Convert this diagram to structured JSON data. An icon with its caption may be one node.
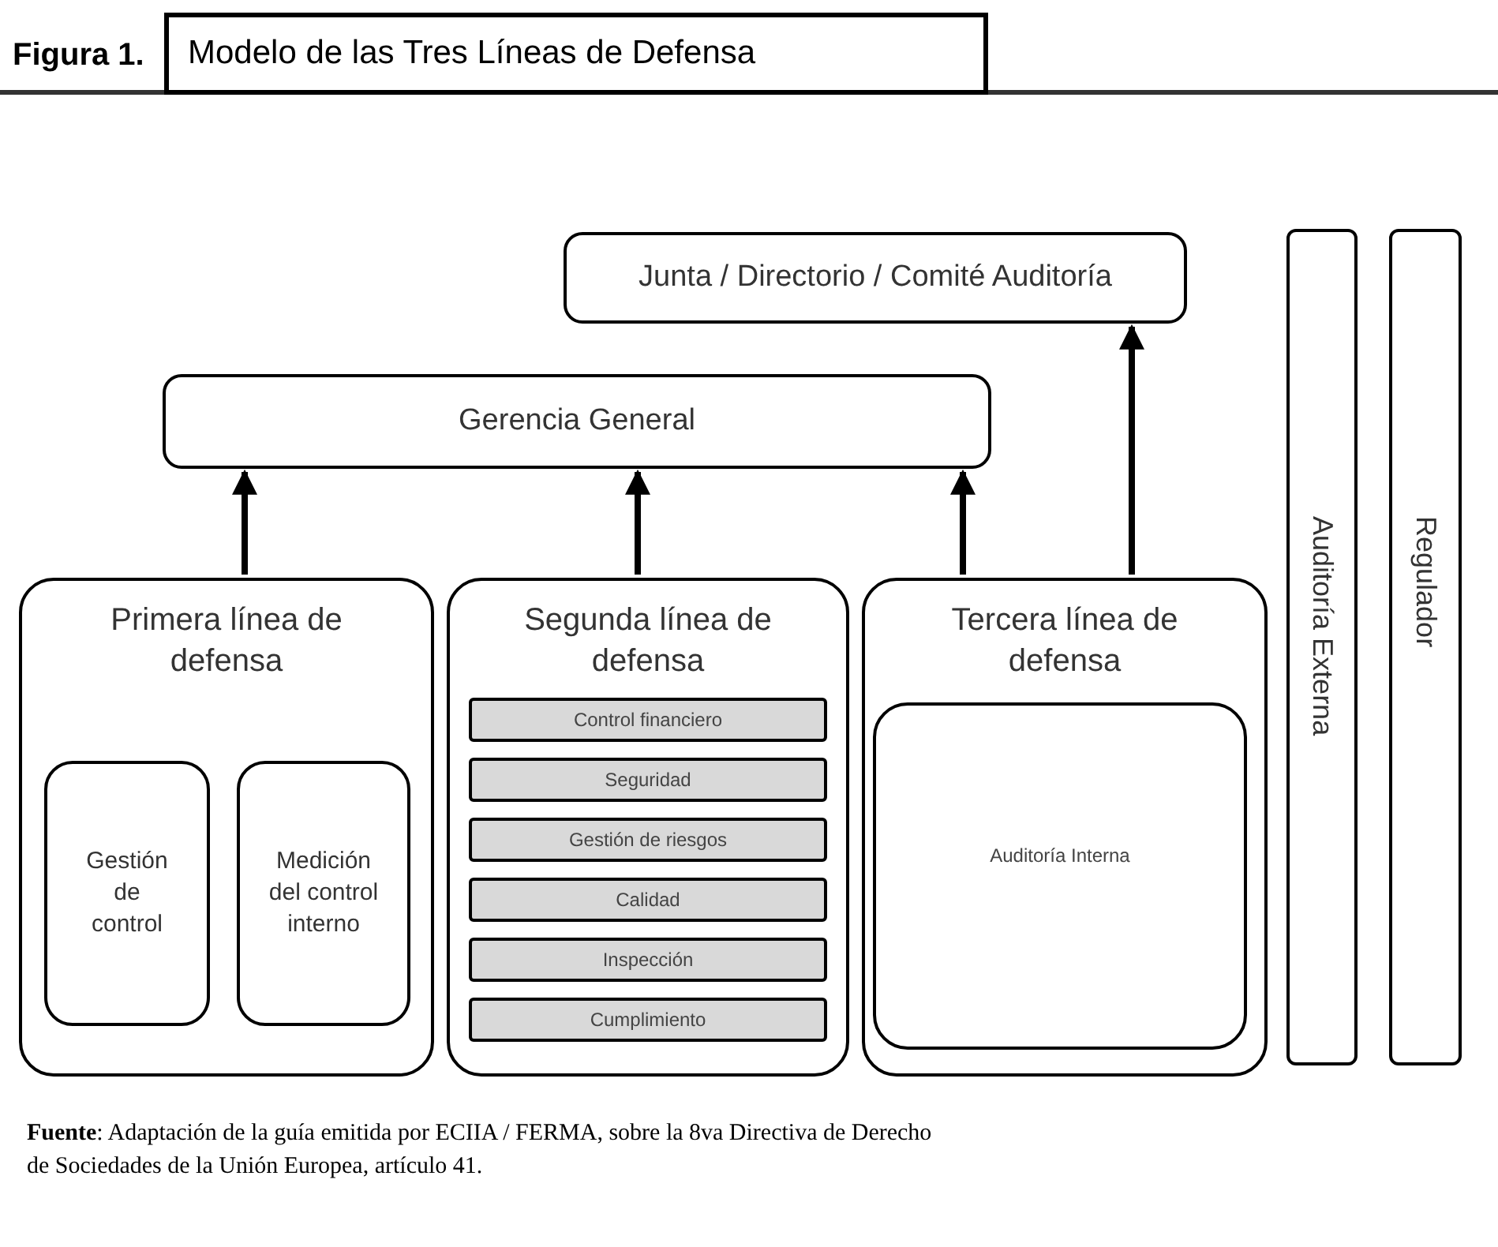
{
  "diagram": {
    "title": "Modelo de las Tres Líneas de Defensa",
    "caption": "**Fuente**: Adaptación de la guía emitida por ECIIA / FERMA, sobre la 8va Directiva de Derecho de Sociedades de la Unión Europea, artículo 41.",
    "labels": [
      "Figura 1."
    ],
    "nodes": [
      {
        "text": [
          "Junta / Directorio / Comité Auditoría"
        ]
      },
      {
        "text": [
          "Gerencia General"
        ]
      },
      {
        "text": [
          "Primera línea de defensa"
        ]
      },
      {
        "text": [
          "Gestión de control"
        ],
        "in": 2
      },
      {
        "text": [
          "Medición del control interno"
        ],
        "in": 2
      },
      {
        "text": [
          "Segunda línea de defensa"
        ]
      },
      {
        "text": [
          "Control financiero"
        ],
        "in": 5
      },
      {
        "text": [
          "Seguridad"
        ],
        "in": 5
      },
      {
        "text": [
          "Gestión de riesgos"
        ],
        "in": 5
      },
      {
        "text": [
          "Calidad"
        ],
        "in": 5
      },
      {
        "text": [
          "Inspección"
        ],
        "in": 5
      },
      {
        "text": [
          "Cumplimiento"
        ],
        "in": 5
      },
      {
        "text": [
          "Tercera línea de defensa"
        ]
      },
      {
        "text": [
          "Auditoría Interna"
        ],
        "in": 12
      },
      {
        "text": [
          "Auditoría Externa"
        ]
      },
      {
        "text": [
          "Regulador"
        ]
      }
    ],
    "edges": [
      {
        "from": 2,
        "to": 1,
        "arrow": "to"
      },
      {
        "from": 5,
        "to": 1,
        "arrow": "to"
      },
      {
        "from": 12,
        "to": 1,
        "arrow": "to"
      },
      {
        "from": 12,
        "to": 0,
        "arrow": "to"
      }
    ]
  }
}
